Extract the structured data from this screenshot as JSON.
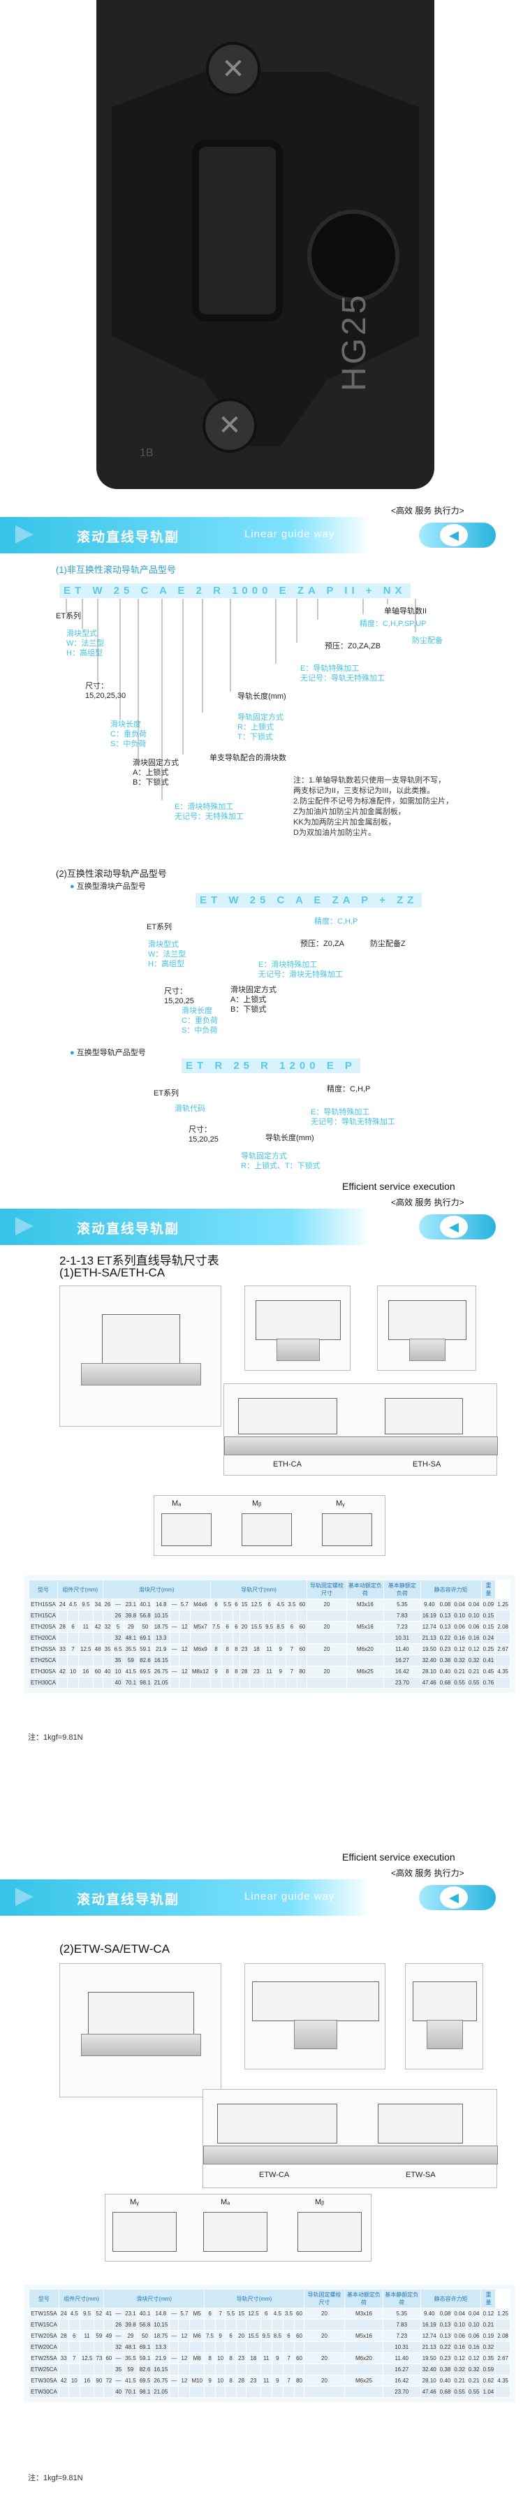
{
  "photo": {
    "marking": "HG25",
    "small_mark": "1B"
  },
  "slogan": "<高效 服务 执行力>",
  "eng_slogan": "Efficient service execution",
  "banner": {
    "title": "滚动直线导轨副",
    "subtitle": "Linear guide way"
  },
  "s1": {
    "title": "(1)非互换性滚动导轨产品型号",
    "code": "ET W 25 C A E 2 R 1000 E ZA P II + NX",
    "labels": {
      "series": "ET系列",
      "type": "滑块型式\nW：法兰型\nH：高组型",
      "size": "尺寸：\n15,20,25,30",
      "len": "滑块长度\nC：重负荷\nS：中负荷",
      "mount": "滑块固定方式\nA：上锁式\nB：下锁式",
      "special": "E：滑块特殊加工\n无记号：无特殊加工",
      "count": "单支导轨配合的滑块数",
      "rail_fix": "导轨固定方式\nR：上锁式\nT：下锁式",
      "rail_len": "导轨长度(mm)",
      "rail_special": "E：导轨特殊加工\n无记号：导轨无特殊加工",
      "preload": "预压：Z0,ZA,ZB",
      "accuracy": "精度：C,H,P,SP,UP",
      "pair": "单轴导轨数II",
      "dust": "防尘配备"
    },
    "notes": [
      "注：1.单轴导轨数若只使用一支导轨则不写，",
      "     两支标记为II，三支标记为III，以此类推。",
      "2.防尘配件不记号为标准配件，如需加防尘片，",
      "Z为加油片加防尘片加金属刮板，",
      "KK为加两防尘片加金属刮板，",
      "D为双加油片加防尘片。"
    ]
  },
  "s2": {
    "title": "(2)互换性滚动导轨产品型号",
    "sub1": "互换型滑块产品型号",
    "code1": "ET W 25 C A E ZA P + ZZ",
    "labels1": {
      "series": "ET系列",
      "type": "滑块型式\nW：法兰型\nH：高组型",
      "size": "尺寸：\n15,20,25",
      "len": "滑块长度\nC：重负荷\nS：中负荷",
      "mount": "滑块固定方式\nA：上锁式\nB：下锁式",
      "special": "E：滑块特殊加工\n无记号：滑块无特殊加工",
      "preload": "预压：Z0,ZA",
      "accuracy": "精度：C,H,P",
      "dust": "防尘配备Z"
    },
    "sub2": "互换型导轨产品型号",
    "code2": "ET R 25 R 1200 E P",
    "labels2": {
      "series": "ET系列",
      "rail": "滑轨代码",
      "size": "尺寸：\n15,20,25",
      "fix": "导轨固定方式\nR：上锁式、T：下锁式",
      "len": "导轨长度(mm)",
      "special": "E：导轨特殊加工\n无记号：导轨无特殊加工",
      "accuracy": "精度：C,H,P"
    }
  },
  "s3": {
    "title": "2-1-13 ET系列直线导轨尺寸表",
    "subtitle": "(1)ETH-SA/ETH-CA",
    "drawing_labels": {
      "a": "ETH-CA",
      "b": "ETH-SA",
      "m1": "Mₐ",
      "m2": "Mᵦ",
      "m3": "Mᵧ"
    },
    "table": {
      "headers": [
        "型号",
        "组件尺寸(mm)",
        "滑块尺寸(mm)",
        "导轨尺寸(mm)",
        "导轨固定螺栓尺寸",
        "基本动额定负荷",
        "基本静额定负荷",
        "静态容许力矩",
        "重量"
      ],
      "rows": [
        [
          "ETH15SA",
          "24",
          "4.5",
          "9.5",
          "34",
          "26",
          "—",
          "23.1",
          "40.1",
          "14.8",
          "—",
          "5.7",
          "M4x6",
          "6",
          "5.5",
          "6",
          "15",
          "12.5",
          "6",
          "4.5",
          "3.5",
          "60",
          "20",
          "M3x16",
          "5.35",
          "9.40",
          "0.08",
          "0.04",
          "0.04",
          "0.09",
          "1.25"
        ],
        [
          "ETH15CA",
          "",
          "",
          "",
          "",
          "",
          "26",
          "39.8",
          "56.8",
          "10.15",
          "",
          "",
          "",
          "",
          "",
          "",
          "",
          "",
          "",
          "",
          "",
          "",
          "",
          "",
          "7.83",
          "16.19",
          "0.13",
          "0.10",
          "0.10",
          "0.15",
          ""
        ],
        [
          "ETH20SA",
          "28",
          "6",
          "11",
          "42",
          "32",
          "5",
          "29",
          "50",
          "18.75",
          "—",
          "12",
          "M5x7",
          "7.5",
          "6",
          "6",
          "20",
          "15.5",
          "9.5",
          "8.5",
          "6",
          "60",
          "20",
          "M5x16",
          "7.23",
          "12.74",
          "0.13",
          "0.06",
          "0.06",
          "0.15",
          "2.08"
        ],
        [
          "ETH20CA",
          "",
          "",
          "",
          "",
          "",
          "32",
          "48.1",
          "69.1",
          "13.3",
          "",
          "",
          "",
          "",
          "",
          "",
          "",
          "",
          "",
          "",
          "",
          "",
          "",
          "",
          "10.31",
          "21.13",
          "0.22",
          "0.16",
          "0.16",
          "0.24",
          ""
        ],
        [
          "ETH25SA",
          "33",
          "7",
          "12.5",
          "48",
          "35",
          "6.5",
          "35.5",
          "59.1",
          "21.9",
          "—",
          "12",
          "M6x9",
          "8",
          "8",
          "8",
          "23",
          "18",
          "11",
          "9",
          "7",
          "60",
          "20",
          "M6x20",
          "11.40",
          "19.50",
          "0.23",
          "0.12",
          "0.12",
          "0.25",
          "2.67"
        ],
        [
          "ETH25CA",
          "",
          "",
          "",
          "",
          "",
          "35",
          "59",
          "82.6",
          "16.15",
          "",
          "",
          "",
          "",
          "",
          "",
          "",
          "",
          "",
          "",
          "",
          "",
          "",
          "",
          "16.27",
          "32.40",
          "0.38",
          "0.32",
          "0.32",
          "0.41",
          ""
        ],
        [
          "ETH30SA",
          "42",
          "10",
          "16",
          "60",
          "40",
          "10",
          "41.5",
          "69.5",
          "26.75",
          "—",
          "12",
          "M8x12",
          "9",
          "8",
          "8",
          "28",
          "23",
          "11",
          "9",
          "7",
          "80",
          "20",
          "M6x25",
          "16.42",
          "28.10",
          "0.40",
          "0.21",
          "0.21",
          "0.45",
          "4.35"
        ],
        [
          "ETH30CA",
          "",
          "",
          "",
          "",
          "",
          "40",
          "70.1",
          "98.1",
          "21.05",
          "",
          "",
          "",
          "",
          "",
          "",
          "",
          "",
          "",
          "",
          "",
          "",
          "",
          "",
          "23.70",
          "47.46",
          "0.68",
          "0.55",
          "0.55",
          "0.76",
          ""
        ]
      ]
    },
    "note": "注：1kgf=9.81N"
  },
  "s4": {
    "subtitle": "(2)ETW-SA/ETW-CA",
    "drawing_labels": {
      "a": "ETW-CA",
      "b": "ETW-SA",
      "m1": "Mᵧ",
      "m2": "Mₐ",
      "m3": "Mᵦ"
    },
    "table": {
      "rows": [
        [
          "ETW15SA",
          "24",
          "4.5",
          "9.5",
          "52",
          "41",
          "—",
          "23.1",
          "40.1",
          "14.8",
          "—",
          "5.7",
          "M5",
          "6",
          "7",
          "5.5",
          "15",
          "12.5",
          "6",
          "4.5",
          "3.5",
          "60",
          "20",
          "M3x16",
          "5.35",
          "9.40",
          "0.08",
          "0.04",
          "0.04",
          "0.12",
          "1.25"
        ],
        [
          "ETW15CA",
          "",
          "",
          "",
          "",
          "",
          "26",
          "39.8",
          "56.8",
          "10.15",
          "",
          "",
          "",
          "",
          "",
          "",
          "",
          "",
          "",
          "",
          "",
          "",
          "",
          "",
          "7.83",
          "16.19",
          "0.13",
          "0.10",
          "0.10",
          "0.21",
          ""
        ],
        [
          "ETW20SA",
          "28",
          "6",
          "11",
          "59",
          "49",
          "—",
          "29",
          "50",
          "18.75",
          "—",
          "12",
          "M6",
          "7.5",
          "9",
          "6",
          "20",
          "15.5",
          "9.5",
          "8.5",
          "6",
          "60",
          "20",
          "M5x16",
          "7.23",
          "12.74",
          "0.13",
          "0.06",
          "0.06",
          "0.19",
          "2.08"
        ],
        [
          "ETW20CA",
          "",
          "",
          "",
          "",
          "",
          "32",
          "48.1",
          "69.1",
          "13.3",
          "",
          "",
          "",
          "",
          "",
          "",
          "",
          "",
          "",
          "",
          "",
          "",
          "",
          "",
          "10.31",
          "21.13",
          "0.22",
          "0.16",
          "0.16",
          "0.32",
          ""
        ],
        [
          "ETW25SA",
          "33",
          "7",
          "12.5",
          "73",
          "60",
          "—",
          "35.5",
          "59.1",
          "21.9",
          "—",
          "12",
          "M8",
          "8",
          "10",
          "8",
          "23",
          "18",
          "11",
          "9",
          "7",
          "60",
          "20",
          "M6x20",
          "11.40",
          "19.50",
          "0.23",
          "0.12",
          "0.12",
          "0.35",
          "2.67"
        ],
        [
          "ETW25CA",
          "",
          "",
          "",
          "",
          "",
          "35",
          "59",
          "82.6",
          "16.15",
          "",
          "",
          "",
          "",
          "",
          "",
          "",
          "",
          "",
          "",
          "",
          "",
          "",
          "",
          "16.27",
          "32.40",
          "0.38",
          "0.32",
          "0.32",
          "0.59",
          ""
        ],
        [
          "ETW30SA",
          "42",
          "10",
          "16",
          "90",
          "72",
          "—",
          "41.5",
          "69.5",
          "26.75",
          "—",
          "12",
          "M10",
          "9",
          "10",
          "8",
          "28",
          "23",
          "11",
          "9",
          "7",
          "80",
          "20",
          "M6x25",
          "16.42",
          "28.10",
          "0.40",
          "0.21",
          "0.21",
          "0.62",
          "4.35"
        ],
        [
          "ETW30CA",
          "",
          "",
          "",
          "",
          "",
          "40",
          "70.1",
          "98.1",
          "21.05",
          "",
          "",
          "",
          "",
          "",
          "",
          "",
          "",
          "",
          "",
          "",
          "",
          "",
          "",
          "23.70",
          "47.46",
          "0.68",
          "0.55",
          "0.55",
          "1.04",
          ""
        ]
      ]
    },
    "note": "注：1kgf=9.81N"
  }
}
